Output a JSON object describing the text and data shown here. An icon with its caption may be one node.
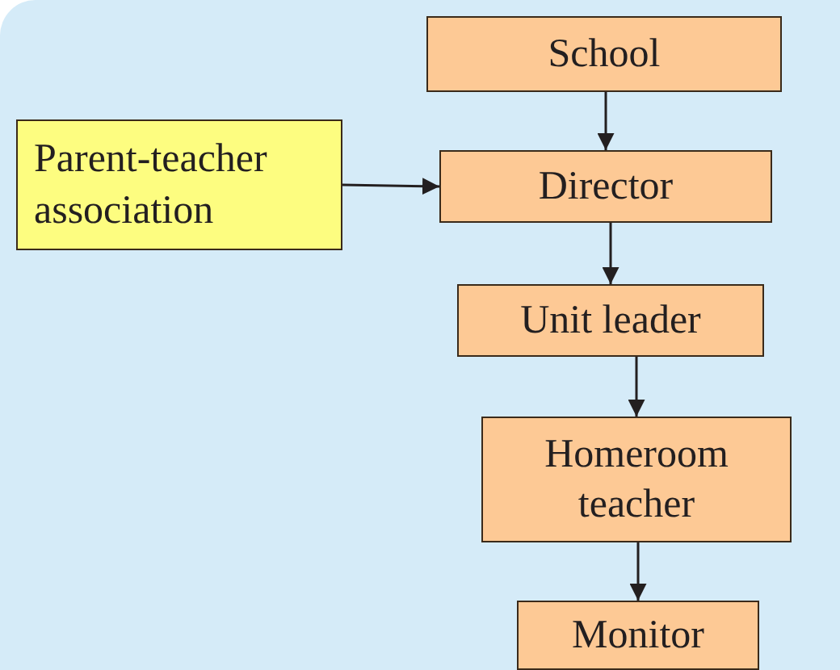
{
  "diagram": {
    "nodes": [
      {
        "text": [
          "School"
        ]
      },
      {
        "text": [
          "Parent-teacher association"
        ]
      },
      {
        "text": [
          "Director"
        ]
      },
      {
        "text": [
          "Unit leader"
        ]
      },
      {
        "text": [
          "Homeroom teacher"
        ]
      },
      {
        "text": [
          "Monitor"
        ]
      }
    ],
    "edges": [
      {
        "from": 0,
        "to": 2,
        "arrow": "to"
      },
      {
        "from": 1,
        "to": 2,
        "arrow": "to"
      },
      {
        "from": 2,
        "to": 3,
        "arrow": "to"
      },
      {
        "from": 3,
        "to": 4,
        "arrow": "to"
      },
      {
        "from": 4,
        "to": 5,
        "arrow": "to"
      }
    ]
  }
}
